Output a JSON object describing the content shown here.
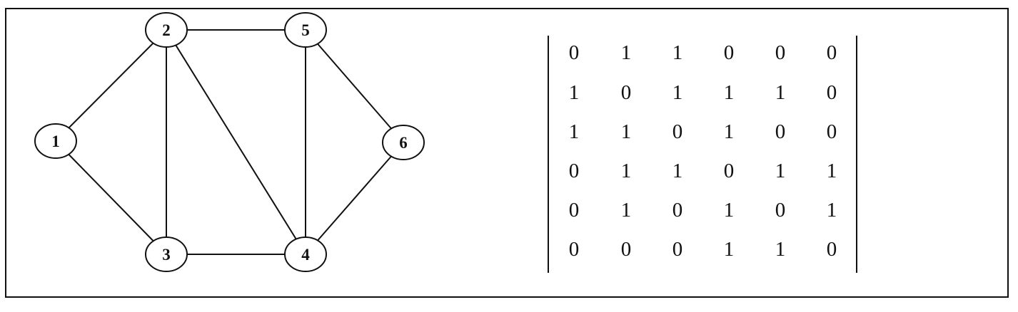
{
  "graph": {
    "nodes": [
      {
        "id": "1",
        "label": "1"
      },
      {
        "id": "2",
        "label": "2"
      },
      {
        "id": "3",
        "label": "3"
      },
      {
        "id": "4",
        "label": "4"
      },
      {
        "id": "5",
        "label": "5"
      },
      {
        "id": "6",
        "label": "6"
      }
    ],
    "edges": [
      [
        "1",
        "2"
      ],
      [
        "1",
        "3"
      ],
      [
        "2",
        "3"
      ],
      [
        "2",
        "4"
      ],
      [
        "2",
        "5"
      ],
      [
        "3",
        "4"
      ],
      [
        "4",
        "5"
      ],
      [
        "4",
        "6"
      ],
      [
        "5",
        "6"
      ]
    ]
  },
  "matrix": {
    "rows": [
      [
        "0",
        "1",
        "1",
        "0",
        "0",
        "0"
      ],
      [
        "1",
        "0",
        "1",
        "1",
        "1",
        "0"
      ],
      [
        "1",
        "1",
        "0",
        "1",
        "0",
        "0"
      ],
      [
        "0",
        "1",
        "1",
        "0",
        "1",
        "1"
      ],
      [
        "0",
        "1",
        "0",
        "1",
        "0",
        "1"
      ],
      [
        "0",
        "0",
        "0",
        "1",
        "1",
        "0"
      ]
    ]
  },
  "colors": {
    "stroke": "#111111",
    "background": "#ffffff"
  }
}
